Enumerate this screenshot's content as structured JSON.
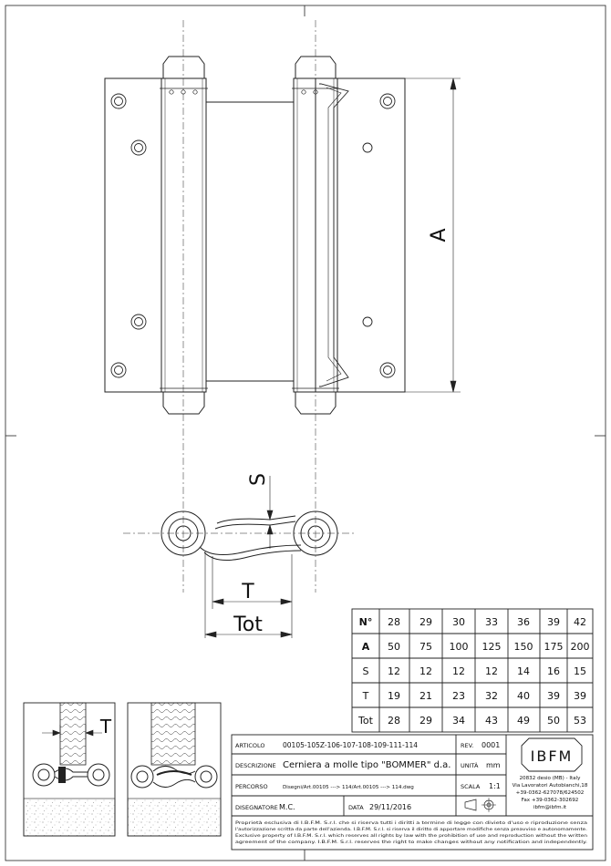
{
  "drawing": {
    "dim_labels": {
      "a": "A",
      "s": "S",
      "t": "T",
      "tot": "Tot",
      "t_detail": "T"
    }
  },
  "table": {
    "row_labels": [
      "N°",
      "A",
      "S",
      "T",
      "Tot"
    ],
    "columns": [
      [
        "28",
        "50",
        "12",
        "19",
        "28"
      ],
      [
        "29",
        "75",
        "12",
        "21",
        "29"
      ],
      [
        "30",
        "100",
        "12",
        "23",
        "34"
      ],
      [
        "33",
        "125",
        "12",
        "32",
        "43"
      ],
      [
        "36",
        "150",
        "14",
        "40",
        "49"
      ],
      [
        "39",
        "175",
        "16",
        "39",
        "50"
      ],
      [
        "42",
        "200",
        "15",
        "39",
        "53"
      ]
    ]
  },
  "title_block": {
    "articolo_label": "ARTICOLO",
    "articolo_value": "00105-105Z-106-107-108-109-111-114",
    "rev_label": "REV.",
    "rev_value": "0001",
    "descrizione_label": "DESCRIZIONE",
    "descrizione_value": "Cerniera a molle tipo \"BOMMER\" d.a.",
    "unita_label": "UNITÀ",
    "unita_value": "mm",
    "percorso_label": "PERCORSO",
    "percorso_value": "Disegni/Art.00105 ---> 114/Art.00105 ---> 114.dwg",
    "scala_label": "SCALA",
    "scala_value": "1:1",
    "disegnatore_label": "DISEGNATORE",
    "disegnatore_value": "M.C.",
    "data_label": "DATA",
    "data_value": "29/11/2016",
    "logo_text": "IBFM",
    "address_lines": [
      "20832 desio (MB) - Italy",
      "Via Lavoratori Autobianchi,18",
      "+39-0362-627078/624502",
      "Fax +39-0362-302692",
      "ibfm@ibfm.it"
    ],
    "disclaimer_lines": [
      "Proprietà esclusiva di I.B.F.M. S.r.l. che si riserva tutti i diritti a termine di legge con divieto d'uso e riproduzione senza",
      "l'autorizzazione scritta da parte dell'azienda. I.B.F.M. S.r.l. si riserva il diritto di apportare modifiche senza preavviso e autonomamente.",
      "Exclusive property of I.B.F.M. S.r.l. which reserves all rights by law with the prohibition of use and reproduction without the written",
      "agreement of the company. I.B.F.M. S.r.l. reserves the right to make changes without any notification and independently."
    ]
  }
}
